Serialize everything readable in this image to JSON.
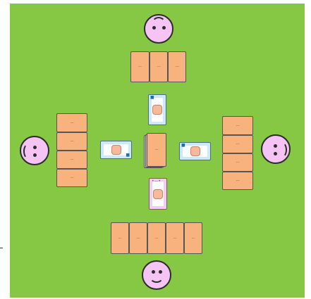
{
  "colors": {
    "table": "#86c843",
    "face": "#f6c4f4",
    "card_back": "#f8b27e",
    "played_card": "#cde9f9",
    "deck_card": "#f3cdf1"
  },
  "players": {
    "north": {
      "face": "smiley-face-icon",
      "card_count": 3,
      "card_label": "---"
    },
    "west": {
      "face": "smiley-face-icon",
      "card_count": 4,
      "card_label": "---"
    },
    "east": {
      "face": "smiley-face-icon",
      "card_count": 4,
      "card_label": "---"
    },
    "south": {
      "face": "smiley-face-icon",
      "card_count": 5,
      "card_label": "---"
    }
  },
  "center": {
    "draw_pile": {
      "label": "---"
    },
    "played_cards": {
      "north": "rock-hand-icon",
      "west": "scissors-hand-icon",
      "east": "paper-hand-icon",
      "south": "rock-hand-icon"
    }
  }
}
